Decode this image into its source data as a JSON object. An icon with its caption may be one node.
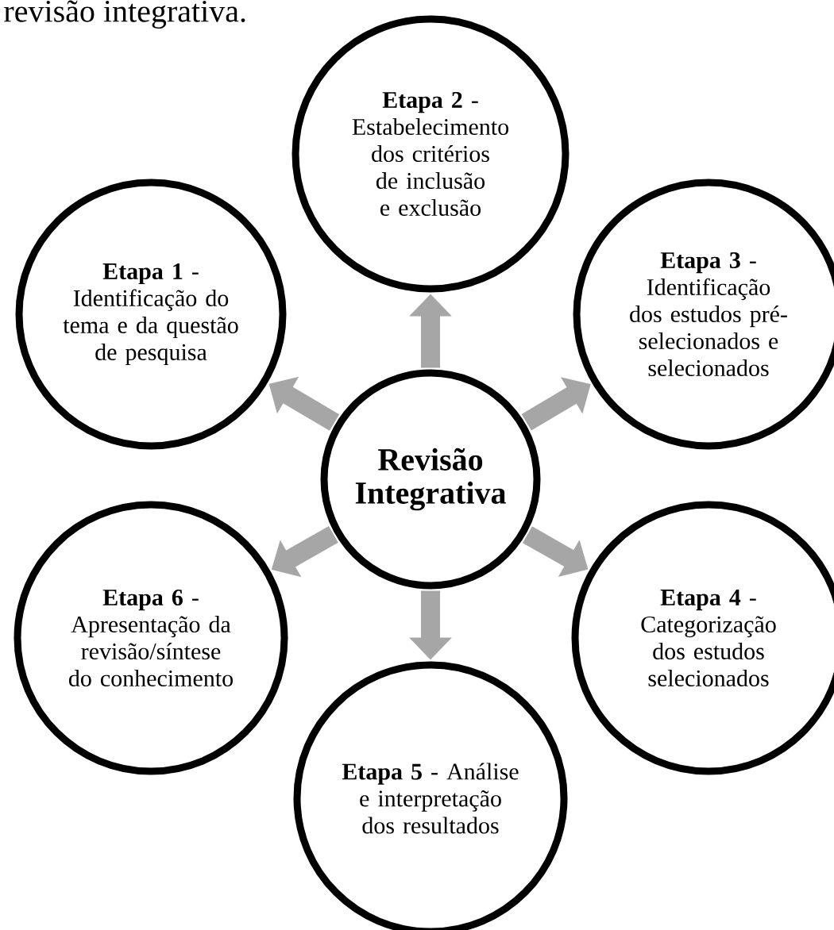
{
  "diagram": {
    "title": "revisão integrativa.",
    "nodes": [
      {
        "text": [
          "**Etapa 2** - Estabelecimento dos critérios de inclusão e exclusão"
        ]
      },
      {
        "text": [
          "**Etapa 1** - Identificação do tema e da questão de pesquisa"
        ]
      },
      {
        "text": [
          "**Etapa 3** - Identificação dos estudos pré- selecionados e selecionados"
        ]
      },
      {
        "text": [
          "Revisão Integrativa"
        ]
      },
      {
        "text": [
          "**Etapa 6** - Apresentação da revisão/síntese do conhecimento"
        ]
      },
      {
        "text": [
          "**Etapa 4** - Categorização dos estudos selecionados"
        ]
      },
      {
        "text": [
          "**Etapa 5** - Análise e interpretação dos resultados"
        ]
      }
    ],
    "edges": [
      {
        "from": 3,
        "to": 0,
        "arrow": "to"
      },
      {
        "from": 3,
        "to": 2,
        "arrow": "to"
      },
      {
        "from": 3,
        "to": 5,
        "arrow": "to"
      },
      {
        "from": 3,
        "to": 6,
        "arrow": "to"
      },
      {
        "from": 3,
        "to": 4,
        "arrow": "to"
      },
      {
        "from": 3,
        "to": 1,
        "arrow": "to"
      }
    ]
  }
}
